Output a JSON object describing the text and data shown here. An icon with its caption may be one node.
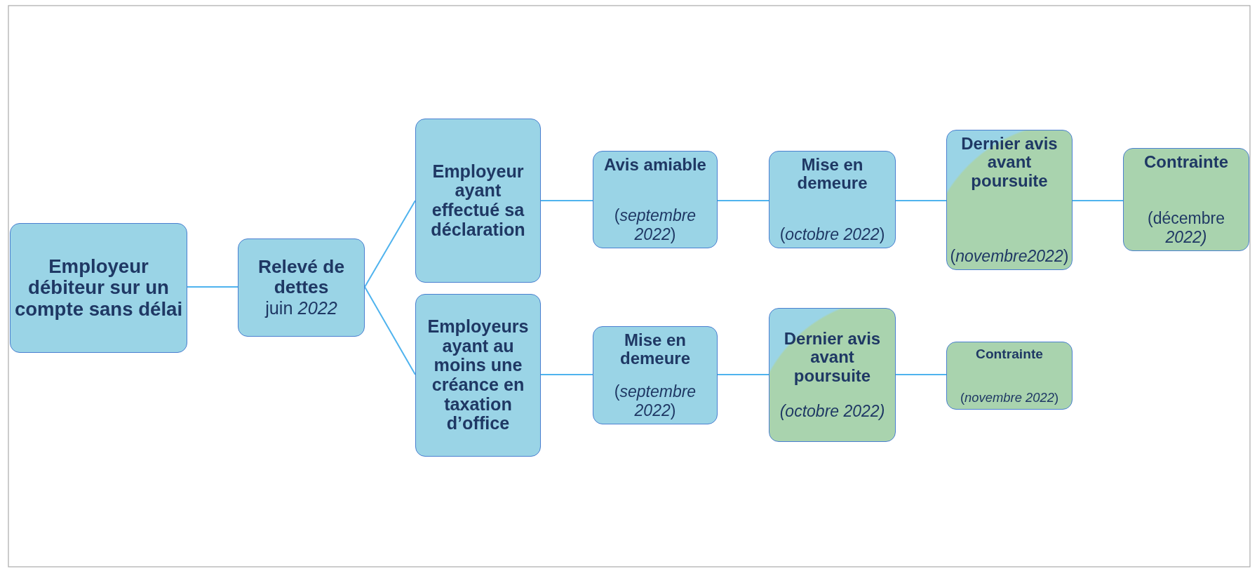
{
  "diagram": {
    "nodes": [
      {
        "text": [
          "Employeur débiteur sur un compte sans délai"
        ]
      },
      {
        "text": [
          "Relevé de dettes",
          "juin *2022*"
        ]
      },
      {
        "text": [
          "Employeur ayant effectué sa déclaration"
        ]
      },
      {
        "text": [
          "Employeurs ayant au moins une créance en taxation d’office"
        ]
      },
      {
        "text": [
          "Avis amiable",
          "(*septembre 2022*)"
        ]
      },
      {
        "text": [
          "Mise en demeure",
          "(*octobre 2022*)"
        ]
      },
      {
        "text": [
          "Dernier avis avant poursuite",
          "(*novembre2022*)"
        ]
      },
      {
        "text": [
          "Contrainte",
          "(décembre *2022)*"
        ]
      },
      {
        "text": [
          "Mise en demeure",
          "(*septembre 2022*)"
        ]
      },
      {
        "text": [
          "Dernier avis avant poursuite",
          "*(octobre 2022)*"
        ]
      },
      {
        "text": [
          "Contrainte",
          "(*novembre 2022*)"
        ]
      }
    ],
    "edges": [
      {
        "from": 0,
        "to": 1,
        "arrow": "none"
      },
      {
        "from": 1,
        "to": 2,
        "arrow": "none"
      },
      {
        "from": 1,
        "to": 3,
        "arrow": "none"
      },
      {
        "from": 2,
        "to": 4,
        "arrow": "none"
      },
      {
        "from": 4,
        "to": 5,
        "arrow": "none"
      },
      {
        "from": 5,
        "to": 6,
        "arrow": "none"
      },
      {
        "from": 6,
        "to": 7,
        "arrow": "none"
      },
      {
        "from": 3,
        "to": 8,
        "arrow": "none"
      },
      {
        "from": 8,
        "to": 9,
        "arrow": "none"
      },
      {
        "from": 9,
        "to": 10,
        "arrow": "none"
      }
    ]
  }
}
